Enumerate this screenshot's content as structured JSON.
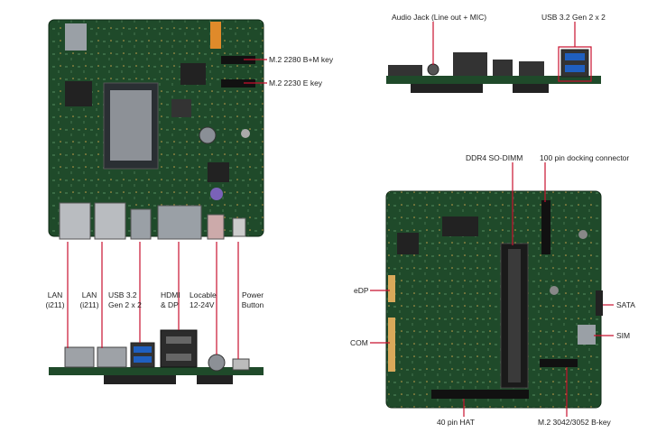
{
  "labels": {
    "m2_2280": "M.2 2280 B+M key",
    "m2_2230": "M.2 2230 E key",
    "audio_jack": "Audio Jack (Line out + MIC)",
    "usb32_top": "USB 3.2 Gen 2 x 2",
    "lan1_line1": "LAN",
    "lan1_line2": "(i211)",
    "lan2_line1": "LAN",
    "lan2_line2": "(i211)",
    "usb32_line1": "USB 3.2",
    "usb32_line2": "Gen 2 x 2",
    "hdmi_line1": "HDMI",
    "hdmi_line2": "& DP",
    "locable_line1": "Locable",
    "locable_line2": "12-24V",
    "power_line1": "Power",
    "power_line2": "Button",
    "ddr4": "DDR4 SO-DIMM",
    "docking": "100 pin docking connector",
    "edp": "eDP",
    "com": "COM",
    "sata": "SATA",
    "sim": "SIM",
    "hat40": "40 pin HAT",
    "m2_3042": "M.2 3042/3052 B-key"
  },
  "colors": {
    "pcb": "#1f4a2a",
    "pcb_dark": "#163a20",
    "leader": "#c8102e",
    "metal": "#a9adb3",
    "usb_blue": "#1f5fbf",
    "gold": "#c9a14a"
  }
}
